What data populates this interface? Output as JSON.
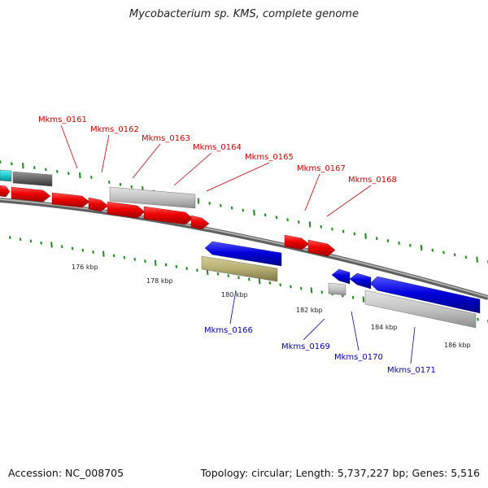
{
  "title": "Mycobacterium sp. KMS, complete genome",
  "footer": {
    "accession": "Accession: NC_008705",
    "summary": "Topology: circular; Length: 5,737,227 bp; Genes: 5,516"
  },
  "colors": {
    "forward_gene": "#ee0000",
    "reverse_gene": "#0000dd",
    "pseudo_gene": "#bbbbbb",
    "olive_feature": "#b5ad72",
    "cyan_feature": "#22cccc",
    "dark_feature": "#666666",
    "backbone": "#888888",
    "tick": "#1a8a1a",
    "forward_label": "#cc0000",
    "reverse_label": "#0000bb"
  },
  "scale_labels": [
    "176 kbp",
    "178 kbp",
    "180 kbp",
    "182 kbp",
    "184 kbp",
    "186 kbp"
  ],
  "genes_forward": [
    "Mkms_0161",
    "Mkms_0162",
    "Mkms_0163",
    "Mkms_0164",
    "Mkms_0165",
    "Mkms_0167",
    "Mkms_0168"
  ],
  "genes_reverse": [
    "Mkms_0166",
    "Mkms_0169",
    "Mkms_0170",
    "Mkms_0171"
  ]
}
